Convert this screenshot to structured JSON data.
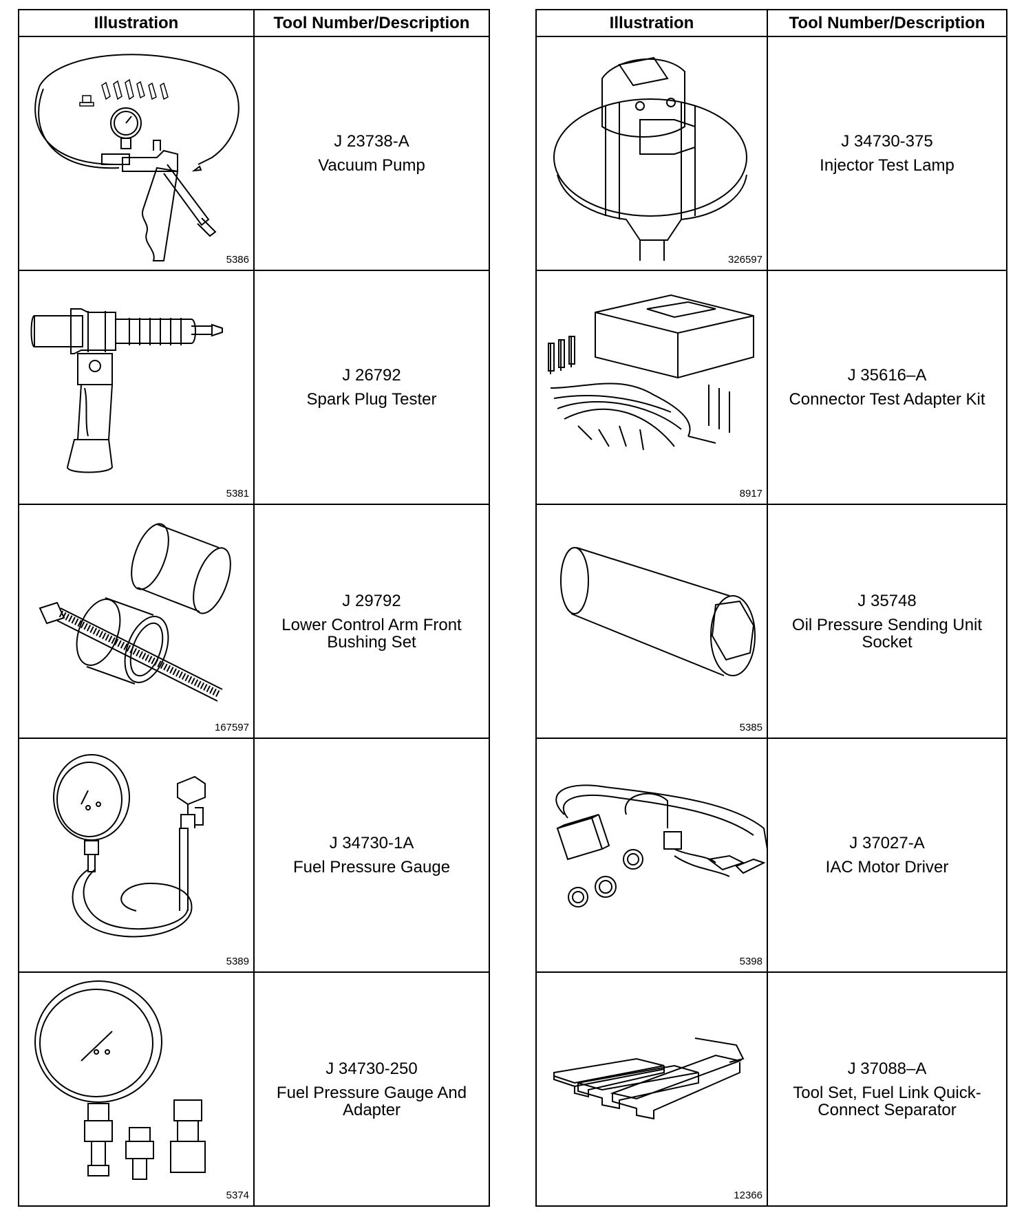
{
  "headers": {
    "illustration": "Illustration",
    "tool": "Tool Number/Description"
  },
  "left": [
    {
      "fig": "5386",
      "number": "J 23738-A",
      "description": "Vacuum Pump"
    },
    {
      "fig": "5381",
      "number": "J 26792",
      "description": "Spark Plug Tester"
    },
    {
      "fig": "167597",
      "number": "J 29792",
      "description": "Lower Control Arm Front Bushing Set"
    },
    {
      "fig": "5389",
      "number": "J 34730-1A",
      "description": "Fuel Pressure Gauge"
    },
    {
      "fig": "5374",
      "number": "J 34730-250",
      "description": "Fuel Pressure Gauge And Adapter"
    }
  ],
  "right": [
    {
      "fig": "326597",
      "number": "J 34730-375",
      "description": "Injector Test Lamp"
    },
    {
      "fig": "8917",
      "number": "J 35616–A",
      "description": "Connector Test Adapter Kit"
    },
    {
      "fig": "5385",
      "number": "J 35748",
      "description": "Oil Pressure Sending Unit Socket"
    },
    {
      "fig": "5398",
      "number": "J 37027-A",
      "description": "IAC Motor Driver"
    },
    {
      "fig": "12366",
      "number": "J 37088–A",
      "description": "Tool Set, Fuel Link Quick-Connect Separator"
    }
  ]
}
